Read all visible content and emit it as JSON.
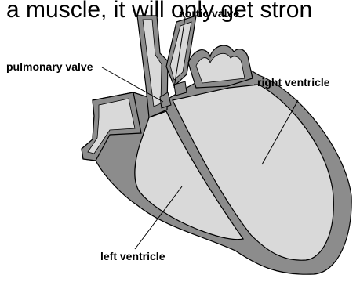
{
  "caption_fragment": "a muscle, it will only get stron",
  "labels": {
    "aortic_valve": "aortic valve",
    "pulmonary_valve": "pulmonary valve",
    "right_ventricle": "right ventricle",
    "left_ventricle": "left ventricle"
  },
  "colors": {
    "muscle_wall": "#8c8c8c",
    "chamber": "#d9d9d9",
    "outline": "#000000",
    "background": "#ffffff"
  }
}
